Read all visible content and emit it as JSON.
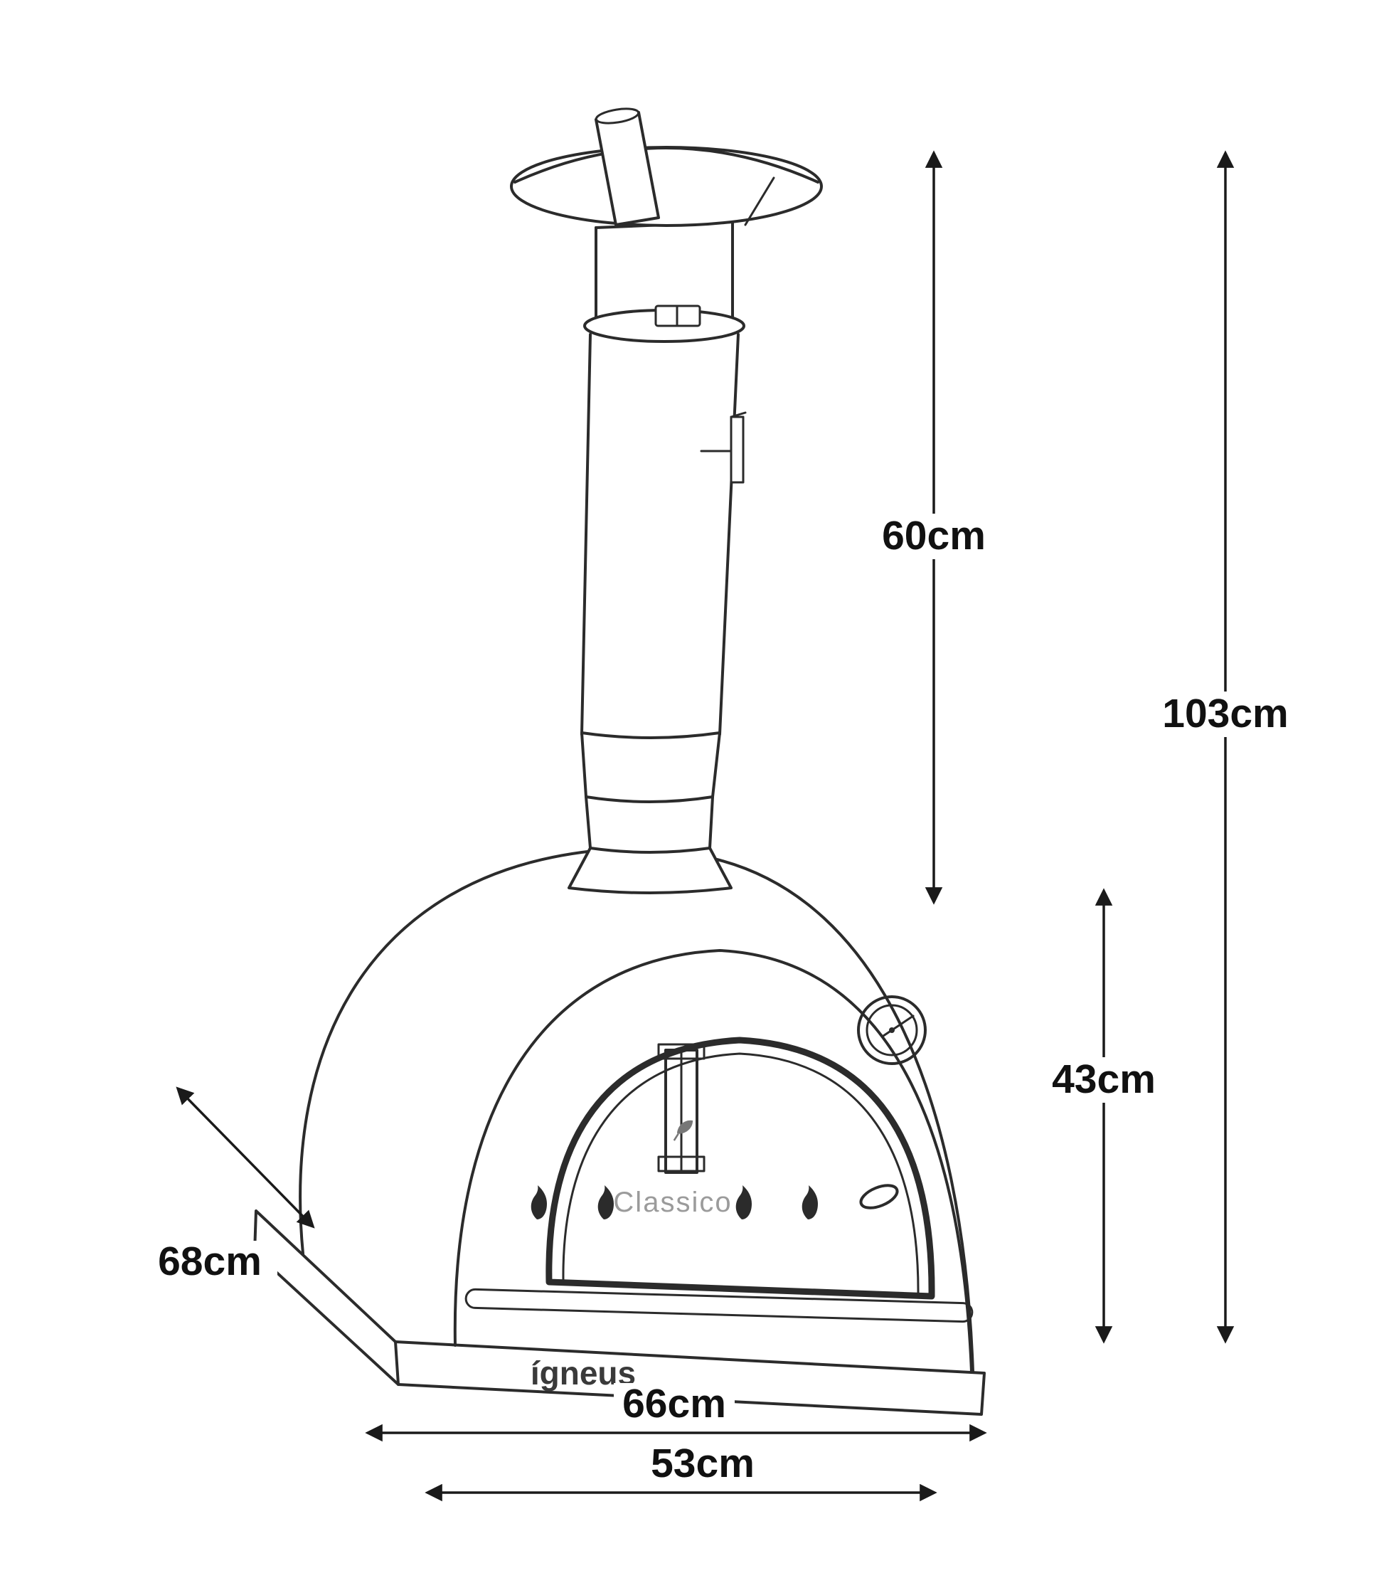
{
  "diagram": {
    "title": "Igneus Classico pizza oven dimension diagram",
    "line_color": "#2b2b2b",
    "label_color": "#111111",
    "background": "#ffffff"
  },
  "oven": {
    "brand_logo": "ígneus",
    "model_label": "Classico"
  },
  "icons": [
    "rain-cap-icon",
    "chimney-pipe-icon",
    "thermometer-icon",
    "flame-icon",
    "leaf-icon",
    "pizza-peel-icon",
    "arrow-double-head-icon"
  ],
  "dimensions": {
    "chimney_height": "60cm",
    "total_height": "103cm",
    "oven_body_height": "43cm",
    "depth": "68cm",
    "width": "66cm",
    "base_width": "53cm"
  }
}
